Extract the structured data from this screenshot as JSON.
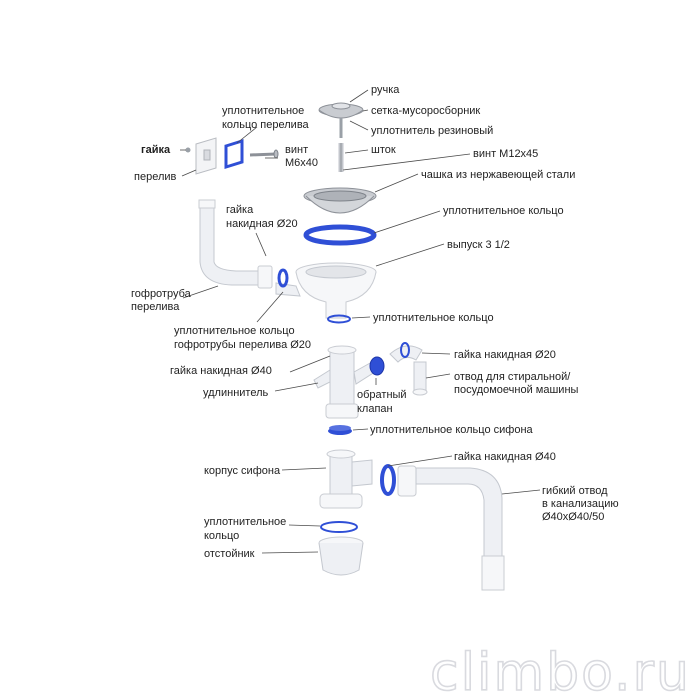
{
  "labels": {
    "ruchka": "ручка",
    "setka": "сетка-мусоросборник",
    "uplotnitel_rezinovyi": "уплотнитель резиновый",
    "uplotnitelnoe_kolco_pereliva_1": "уплотнительное",
    "uplotnitelnoe_kolco_pereliva_2": "кольцо перелива",
    "shtok": "шток",
    "gaika": "гайка",
    "vint_m6_1": "винт",
    "vint_m6_2": "М6х40",
    "vint_m12": "винт М12х45",
    "pereliv": "перелив",
    "chashka": "чашка из нержавеющей стали",
    "gaika_nakidnaya_20_top_1": "гайка",
    "gaika_nakidnaya_20_top_2": "накидная Ø20",
    "uplotnitelnoe_kolco_top": "уплотнительное кольцо",
    "vypusk": "выпуск 3 1/2",
    "gofrotruba_1": "гофротруба",
    "gofrotruba_2": "перелива",
    "uplotnitelnoe_kolco_mid": "уплотнительное кольцо",
    "kolco_gofrotruby_1": "уплотнительное кольцо",
    "kolco_gofrotruby_2": "гофротрубы перелива Ø20",
    "gaika_nakidnaya_20_right": "гайка накидная Ø20",
    "gaika_nakidnaya_40_left": "гайка накидная Ø40",
    "otvod_1": "отвод для стиральной/",
    "otvod_2": "посудомоечной машины",
    "udlinnitel": "удлиннитель",
    "obratnyi_1": "обратный",
    "obratnyi_2": "клапан",
    "kolco_sifona": "уплотнительное кольцо сифона",
    "gaika_nakidnaya_40_right": "гайка накидная Ø40",
    "korpus": "корпус сифона",
    "gibkiy_1": "гибкий отвод",
    "gibkiy_2": "в канализацию",
    "gibkiy_3": "Ø40хØ40/50",
    "uplotnitelnoe_low_1": "уплотнительное",
    "uplotnitelnoe_low_2": "кольцо",
    "otstoynik": "отстойник"
  },
  "watermark": "climbo.ru",
  "colors": {
    "seal_blue": "#2f4fd6",
    "plastic_white": "#eef0f4",
    "steel": "#c9ccd1",
    "text": "#1f1f1f",
    "watermark": "#d9dadf"
  }
}
